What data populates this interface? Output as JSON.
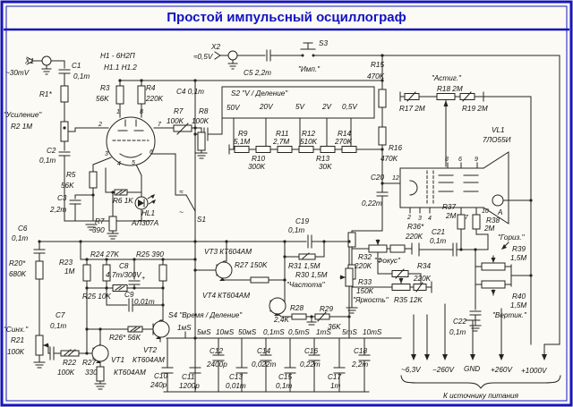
{
  "title": "Простой импульсный осциллограф",
  "colors": {
    "frame": "#1515bd",
    "title_text": "#1212c4",
    "ink": "#26241f",
    "paper": "#fbfaf5"
  },
  "labels": {
    "x1": "X1",
    "x1_val": "~30mV",
    "c1": "C1",
    "c1_val": "0,1m",
    "r1": "R1*",
    "gain": "\"Усиление\"",
    "r2": "R2 1M",
    "c2": "C2",
    "c2_val": "0,1m",
    "r5": "R5",
    "r5_val": "56K",
    "c3": "C3",
    "c3_val": "2,2m",
    "c6": "C6",
    "c6_val": "0,1m",
    "r20": "R20*",
    "r20_val": "680K",
    "sync": "\"Синх.\"",
    "r21": "R21",
    "r21_val": "100K",
    "c7": "C7",
    "c7_val": "0,1m",
    "r22": "R22",
    "r22_val": "100K",
    "r27_330": "R27",
    "r27_330_val": "330",
    "h1": "H1 - 6Н2П",
    "h1_halves": "H1.1  H1.2",
    "r3": "R3",
    "r3_val": "56K",
    "r4": "R4",
    "r4_val": "220K",
    "r7_100k": "R7",
    "r7_100k_val": "100K",
    "r8": "R8",
    "r8_val": "100K",
    "p1": "1",
    "p8": "8",
    "p2": "2",
    "p7": "7",
    "p3": "3",
    "p6": "6",
    "p4": "4",
    "p5": "5",
    "r6": "R6 1K",
    "hl1": "HL1",
    "hl1_type": "АЛ307А",
    "r7_390": "R7",
    "r7_390_val": "390",
    "s1": "S1",
    "s1_pulse": "≈",
    "s1_sine": "~",
    "x2": "X2",
    "x2_val": "≈0,5V",
    "c5": "C5 2,2m",
    "s3": "S3",
    "imp": "\"Имп.\"",
    "r15": "R15",
    "r15_val": "470K",
    "c4": "C4 0,1m",
    "s2": "S2 \"V / Деление\"",
    "v_50": "50V",
    "v_20": "20V",
    "v_5": "5V",
    "v_2": "2V",
    "v_05": "0,5V",
    "r9": "R9",
    "r9_val": "5,1M",
    "r11": "R11",
    "r11_val": "2,7M",
    "r12": "R12",
    "r12_val": "510K",
    "r14": "R14",
    "r14_val": "270K",
    "r10": "R10",
    "r10_val": "300K",
    "r13": "R13",
    "r13_val": "30K",
    "r16": "R16",
    "r16_val": "470K",
    "astig": "\"Астиг.\"",
    "r18": "R18 2M",
    "r17": "R17 2M",
    "r19": "R19 2M",
    "vl1": "VL1",
    "vl1_type": "7ЛО55И",
    "c20": "C20",
    "c20_pin": "12",
    "c20_val": "0,22m",
    "cp2": "2",
    "cp3": "3",
    "cp4": "4",
    "cp8": "8",
    "cp6": "6",
    "cp9": "9",
    "cp7": "7",
    "cp10": "10",
    "anode": "А",
    "r37": "R37",
    "r37_val": "2M",
    "r38": "R38",
    "r38_val": "2M",
    "c21": "C21",
    "c21_val": "0,1m",
    "horiz": "\"Гориз.\"",
    "r39": "R39",
    "r39_val": "1,5M",
    "r40": "R40",
    "r40_val": "1,5M",
    "vert": "\"Вертик.\"",
    "c22": "C22",
    "c22_val": "0,1m",
    "r36": "R36*",
    "r36_val": "220K",
    "r32": "R32",
    "r32_val": "220K",
    "focus": "\"Фокус\"",
    "r34": "R34",
    "r34_val": "220K",
    "r33": "R33",
    "r33_val": "150K",
    "bright": "\"Яркость\"",
    "r35": "R35 12K",
    "r23": "R23",
    "r23_val": "1M",
    "r24": "R24 27K",
    "r25_390": "R25 390",
    "c8": "C8",
    "c8_val": "4,7m/300V",
    "r25_10k": "R25 10K",
    "c9": "C9",
    "c9_val": "0,01m",
    "r26": "R26* 56K",
    "vt3": "VT3 КТ604АМ",
    "r27_150k": "R27 150K",
    "vt4": "VT4 КТ604АМ",
    "r31": "R31 1,5M",
    "r30": "R30 1,5M",
    "freq": "\"Частота\"",
    "r28": "R28",
    "r28_val": "2,4K",
    "r29": "R29",
    "r29_val": "36K",
    "s4": "S4 \"Время / Деление\"",
    "t_first": "1мS",
    "t1": "5мS",
    "t2": "10мS",
    "t3": "50мS",
    "t4": "0,1mS",
    "t5": "0,5mS",
    "t6": "1mS",
    "t7": "5mS",
    "t8": "10mS",
    "vt1": "VT1",
    "vt1_type": "КТ604АМ",
    "vt2": "VT2",
    "vt2_type": "КТ604АМ",
    "c19": "C19",
    "c19_val": "0,1m",
    "c10": "C10",
    "c10_val": "240p",
    "c11": "C11",
    "c11_val": "1200p",
    "c12": "C12",
    "c12_val": "2400p",
    "c13": "C13",
    "c13_val": "0,01m",
    "c14": "C14",
    "c14_val": "0,022m",
    "c15": "C15",
    "c15_val": "0,1m",
    "c16": "C16",
    "c16_val": "0,22m",
    "c17": "C17",
    "c17_val": "1m",
    "c18": "C18",
    "c18_val": "2,2m",
    "pwr_63": "~6,3V",
    "pwr_m260": "−260V",
    "pwr_gnd": "GND",
    "pwr_p260": "+260V",
    "pwr_1000": "+1000V",
    "psu": "К источнику питания"
  }
}
